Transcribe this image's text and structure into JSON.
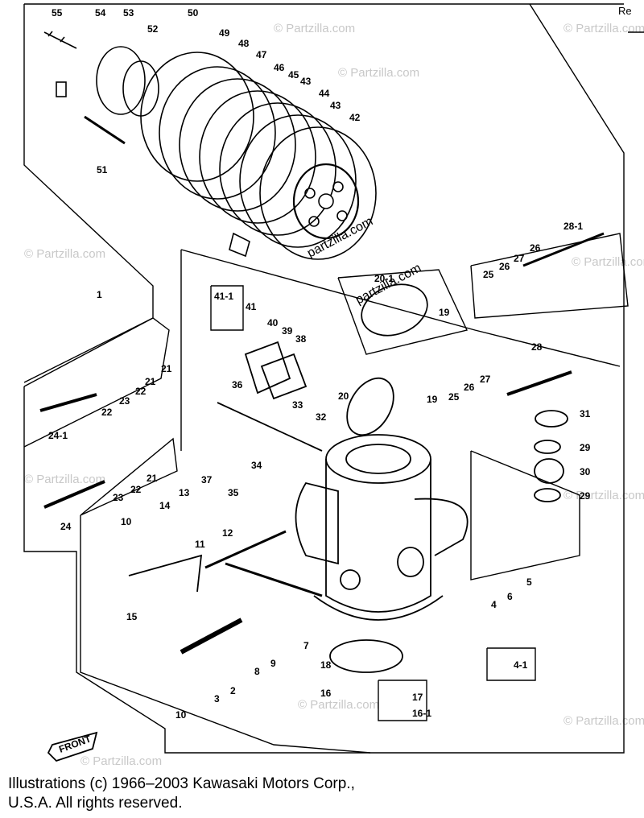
{
  "corner_text": "Re",
  "watermark": "© Partzilla.com",
  "brand_overlay": "partzilla.com",
  "front_label": "FRONT",
  "copyright": {
    "line1": "Illustrations (c) 1966–2003 Kawasaki Motors Corp.,",
    "line2": "U.S.A.  All rights reserved."
  },
  "callouts": [
    "55",
    "54",
    "53",
    "52",
    "50",
    "49",
    "48",
    "47",
    "46",
    "45",
    "43",
    "44",
    "43",
    "42",
    "51",
    "1",
    "28-1",
    "26",
    "27",
    "26",
    "25",
    "20-1",
    "19",
    "41-1",
    "41",
    "40",
    "39",
    "38",
    "21",
    "22",
    "23",
    "22",
    "21",
    "24-1",
    "28",
    "27",
    "26",
    "25",
    "19",
    "20",
    "36",
    "33",
    "32",
    "31",
    "29",
    "30",
    "29",
    "37",
    "35",
    "34",
    "21",
    "22",
    "23",
    "24",
    "13",
    "14",
    "10",
    "11",
    "12",
    "15",
    "5",
    "6",
    "4",
    "9",
    "8",
    "7",
    "3",
    "2",
    "10",
    "18",
    "16",
    "17",
    "16-1",
    "4-1"
  ]
}
